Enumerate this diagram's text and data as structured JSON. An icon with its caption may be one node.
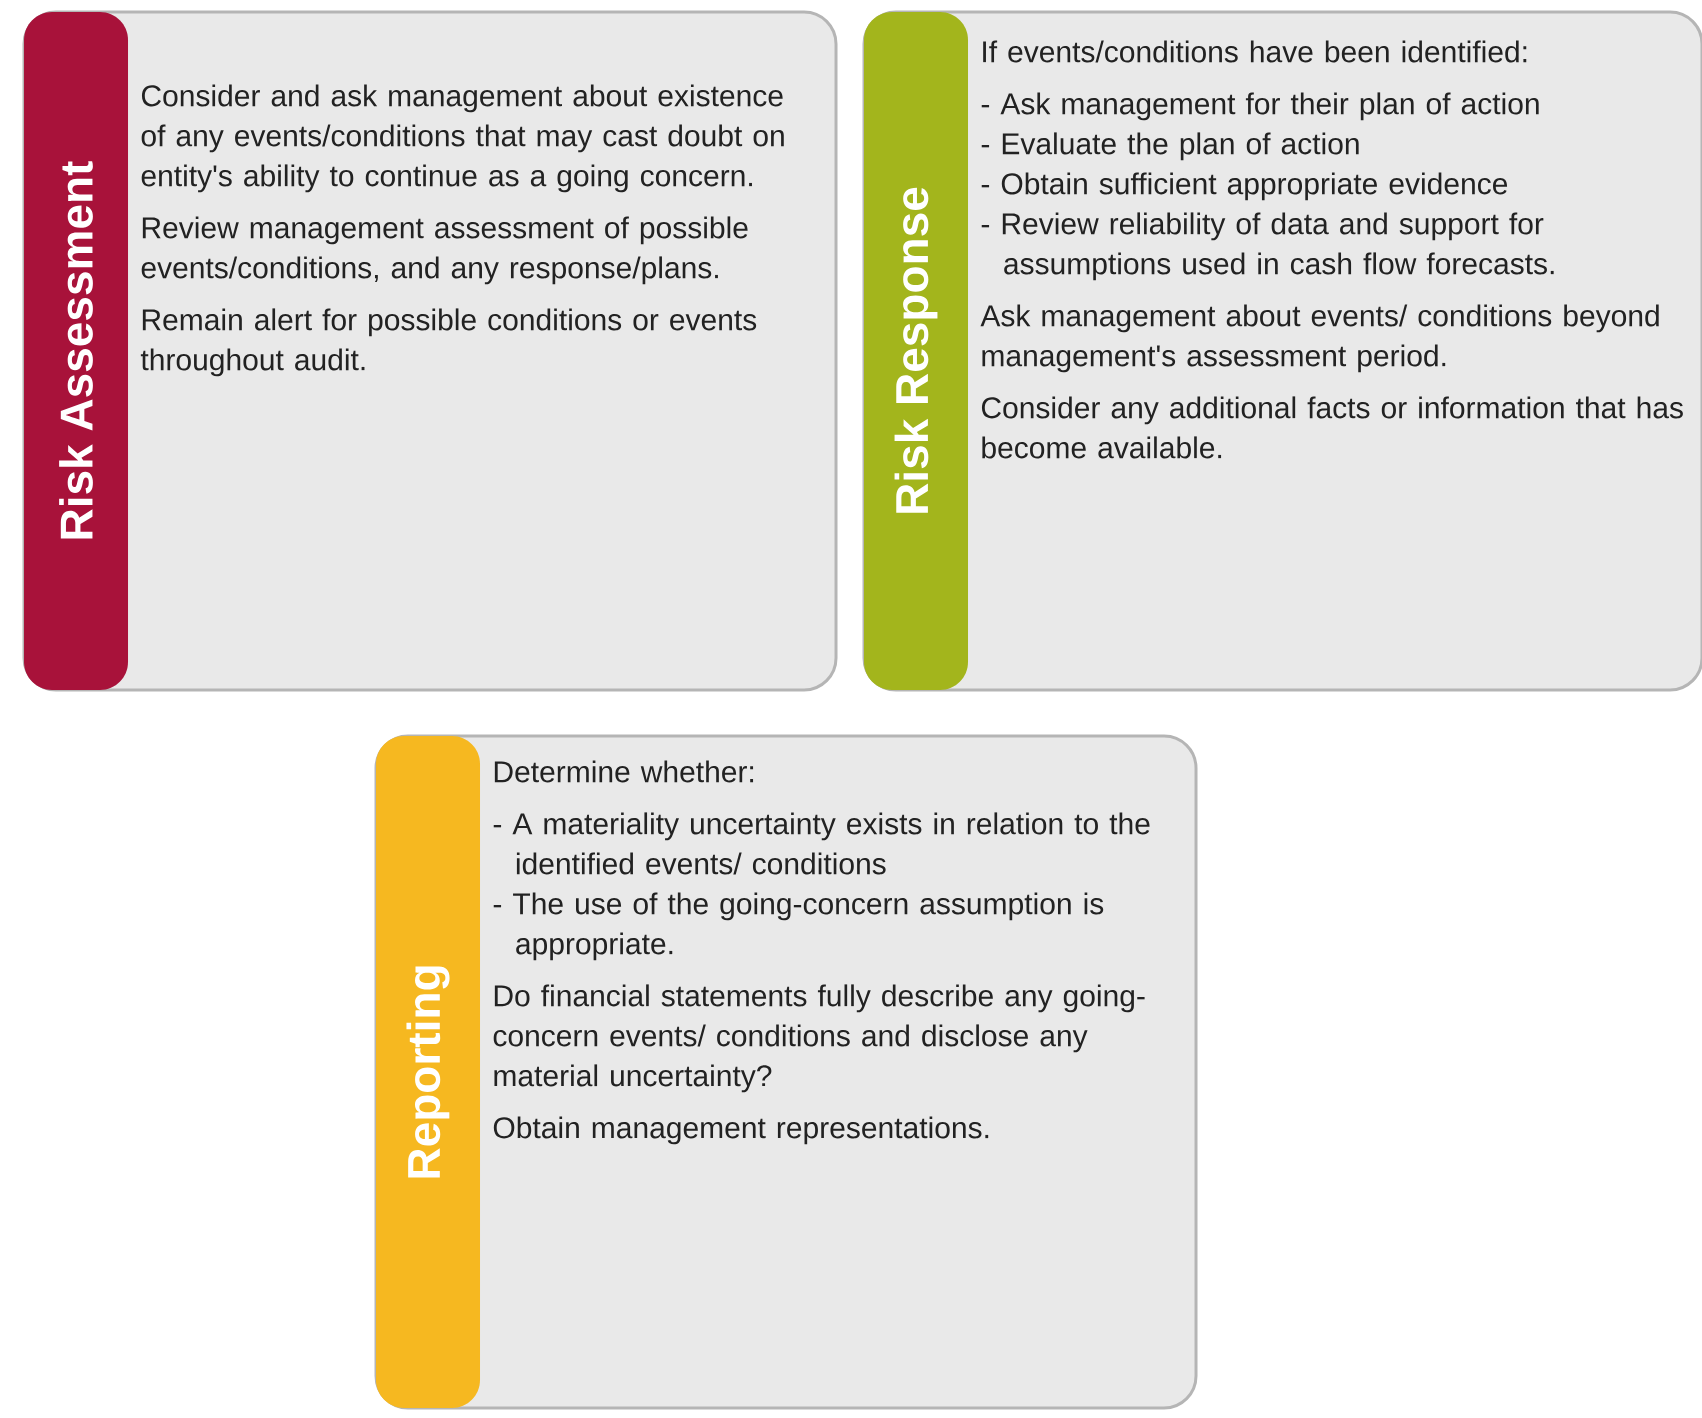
{
  "diagram": {
    "nodes": [
      {
        "text": [
          "Risk Assessment",
          "Consider and ask management about existence of any events/conditions that may cast doubt on entity's ability to continue as a going concern.",
          "Review management assessment of possible events/conditions, and any response/plans.",
          "Remain alert for possible conditions or events throughout audit."
        ]
      },
      {
        "text": [
          "Risk Response",
          "If events/conditions have been identified:",
          "- Ask management for their plan of action",
          "- Evaluate the plan of action",
          "- Obtain sufficient appropriate evidence",
          "- Review reliability of data and support for assumptions used in cash flow forecasts.",
          "Ask management about events/ conditions beyond management's assessment period.",
          "Consider any additional facts or information that has become available."
        ]
      },
      {
        "text": [
          "Reporting",
          "Determine whether:",
          "- A materiality uncertainty exists in relation to the identified events/ conditions",
          "- The use of the going-concern assumption is appropriate.",
          "Do financial statements fully describe any going-concern events/ conditions and disclose any material uncertainty?",
          "Obtain management representations."
        ]
      }
    ]
  }
}
